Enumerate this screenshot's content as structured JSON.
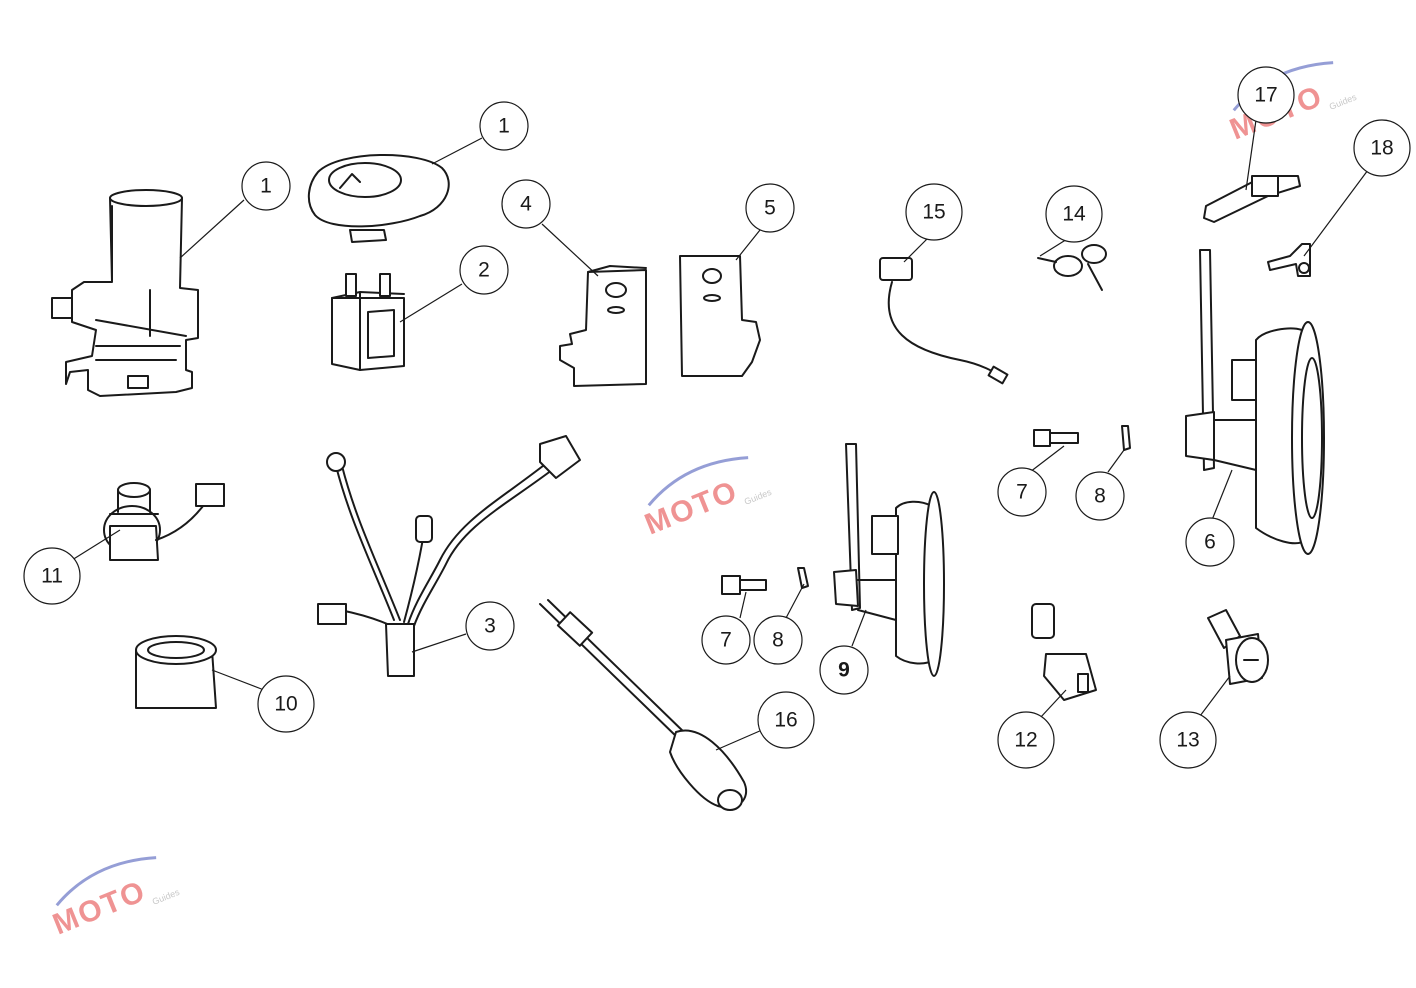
{
  "diagram": {
    "callouts": [
      {
        "id": "c1a",
        "label": "1"
      },
      {
        "id": "c1b",
        "label": "1"
      },
      {
        "id": "c2",
        "label": "2"
      },
      {
        "id": "c3",
        "label": "3"
      },
      {
        "id": "c4",
        "label": "4"
      },
      {
        "id": "c5",
        "label": "5"
      },
      {
        "id": "c6",
        "label": "6"
      },
      {
        "id": "c7a",
        "label": "7"
      },
      {
        "id": "c8a",
        "label": "8"
      },
      {
        "id": "c7b",
        "label": "7"
      },
      {
        "id": "c8b",
        "label": "8"
      },
      {
        "id": "c9",
        "label": "9"
      },
      {
        "id": "c10",
        "label": "10"
      },
      {
        "id": "c11",
        "label": "11"
      },
      {
        "id": "c12",
        "label": "12"
      },
      {
        "id": "c13",
        "label": "13"
      },
      {
        "id": "c14",
        "label": "14"
      },
      {
        "id": "c15",
        "label": "15"
      },
      {
        "id": "c16",
        "label": "16"
      },
      {
        "id": "c17",
        "label": "17"
      },
      {
        "id": "c18",
        "label": "18"
      }
    ]
  },
  "watermark": {
    "brand": "MOTO",
    "sub": "Guides",
    "colors": {
      "red": "#e33b3b",
      "blue": "#3f4fb5",
      "gray": "#9a9a9a"
    }
  }
}
